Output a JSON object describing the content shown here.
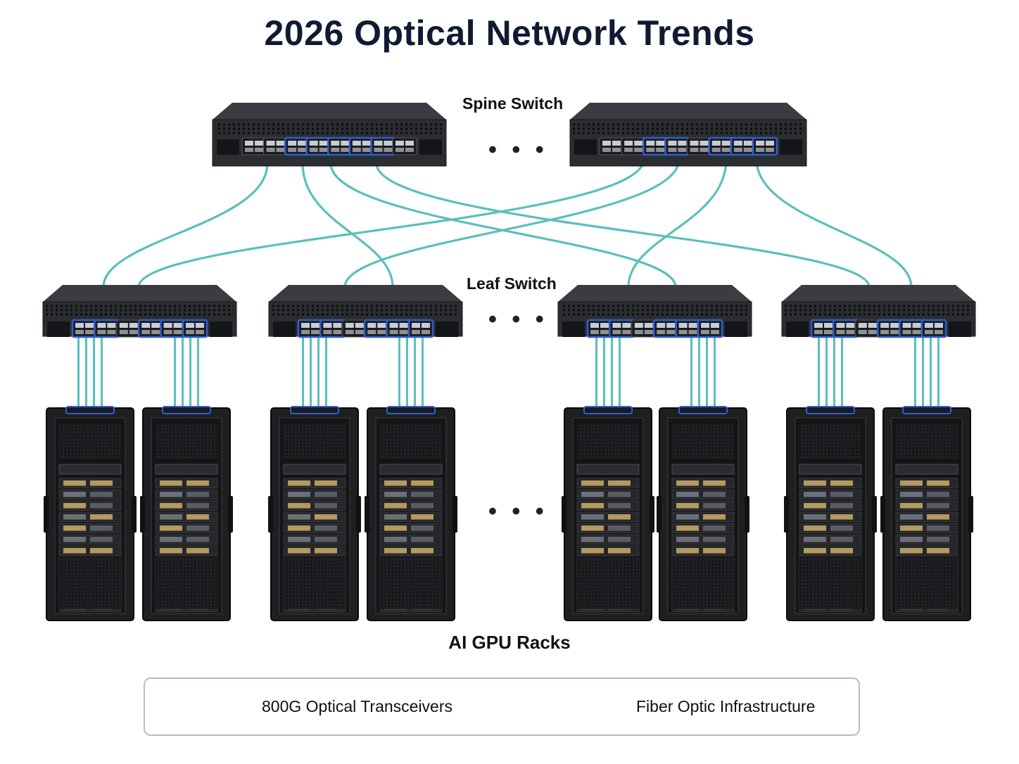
{
  "title": "2026 Optical Network Trends",
  "tiers": {
    "spine_label": "Spine Switch",
    "leaf_label": "Leaf Switch",
    "racks_label": "AI GPU Racks"
  },
  "ellipsis": "• • •",
  "legend": {
    "transceiver_label": "800G Optical Transceivers",
    "fiber_label": "Fiber Optic Infrastructure"
  },
  "colors": {
    "fiber": "#5bbfbd",
    "switch_body": "#2b2d31",
    "switch_top": "#3a3c41",
    "port_highlight": "#2f5fd0",
    "rack_body": "#1e1f22",
    "gpu_gold": "#b49a5e",
    "title": "#101a33"
  },
  "icons": [
    "transceiver-icon",
    "fiber-line-icon",
    "spine-switch-icon",
    "leaf-switch-icon",
    "gpu-rack-icon"
  ]
}
